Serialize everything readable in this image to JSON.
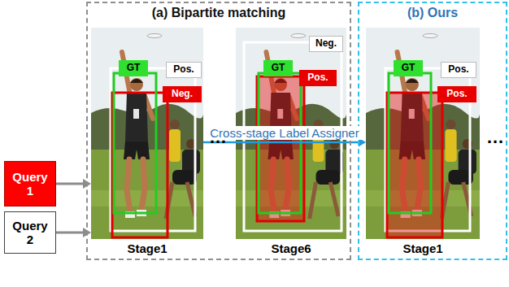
{
  "diagram": {
    "nodes": [
      {
        "text": [
          "Query 1"
        ]
      },
      {
        "text": [
          "Query 2"
        ]
      },
      {
        "text": [
          "(a) Bipartite matching"
        ]
      },
      {
        "text": [
          "Stage1"
        ],
        "in": 2
      },
      {
        "text": [
          "GT"
        ],
        "in": 3
      },
      {
        "text": [
          "Pos."
        ],
        "in": 3
      },
      {
        "text": [
          "Neg."
        ],
        "in": 3
      },
      {
        "text": [
          "Stage6"
        ],
        "in": 2
      },
      {
        "text": [
          "GT"
        ],
        "in": 7
      },
      {
        "text": [
          "Neg."
        ],
        "in": 7
      },
      {
        "text": [
          "Pos."
        ],
        "in": 7
      },
      {
        "text": [
          "(b) Ours"
        ]
      },
      {
        "text": [
          "Stage1"
        ],
        "in": 11
      },
      {
        "text": [
          "GT"
        ],
        "in": 12
      },
      {
        "text": [
          "Pos."
        ],
        "in": 12
      },
      {
        "text": [
          "Pos."
        ],
        "in": 12
      }
    ],
    "edges": [
      {
        "from": 0,
        "to": 3,
        "arrow": "to"
      },
      {
        "from": 1,
        "to": 3,
        "arrow": "to"
      },
      {
        "from": 3,
        "to": 12,
        "arrow": "to",
        "label": "Cross-stage Label Assigner"
      }
    ],
    "labels": [
      "…",
      "…"
    ]
  }
}
